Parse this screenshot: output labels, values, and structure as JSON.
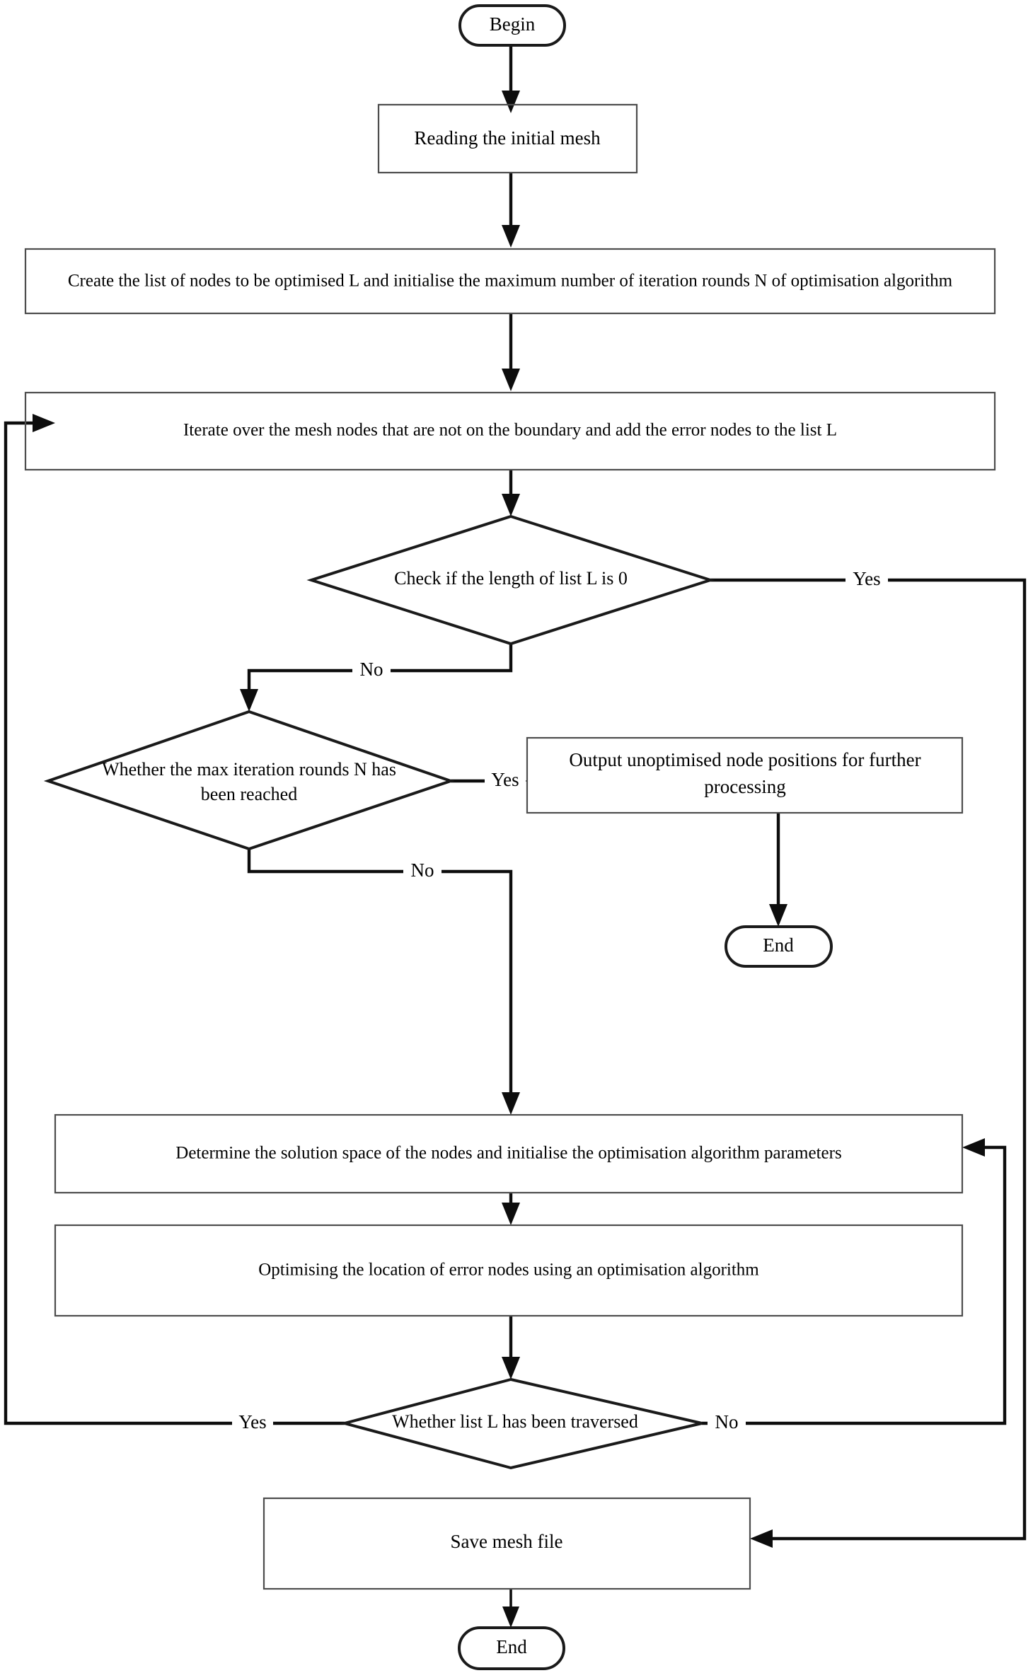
{
  "diagram": {
    "title": "Mesh node optimisation algorithm flowchart",
    "type": "flowchart",
    "background_color": "#ffffff",
    "line_color": "#0d0d0d",
    "text_color": "#000000"
  },
  "nodes": {
    "begin": {
      "label": "Begin",
      "shape": "terminator"
    },
    "read_mesh": {
      "label": "Reading the initial mesh",
      "shape": "process"
    },
    "create_list": {
      "label": "Create the list of nodes to be optimised L and initialise the maximum number of iteration rounds N  of optimisation algorithm",
      "shape": "process"
    },
    "iterate_nodes": {
      "label": "Iterate over the mesh nodes that are not on the boundary and add the error nodes to the list L",
      "shape": "process"
    },
    "check_length": {
      "label": "Check if the length of list L is 0",
      "shape": "decision"
    },
    "check_rounds_line1": {
      "label": "Whether the max iteration rounds N has",
      "shape": "decision"
    },
    "check_rounds_line2": {
      "label": "been reached",
      "shape": "decision"
    },
    "output_unoptimised_line1": {
      "label": "Output unoptimised node positions for further",
      "shape": "process"
    },
    "output_unoptimised_line2": {
      "label": "processing",
      "shape": "process"
    },
    "end_upper": {
      "label": "End",
      "shape": "terminator"
    },
    "determine_space": {
      "label": "Determine the solution space of the nodes and initialise the optimisation algorithm parameters",
      "shape": "process"
    },
    "optimise_location": {
      "label": "Optimising the location of error nodes using an optimisation algorithm",
      "shape": "process"
    },
    "check_traversed": {
      "label": "Whether list L has been traversed",
      "shape": "decision"
    },
    "save_mesh": {
      "label": "Save mesh file",
      "shape": "process"
    },
    "end_lower": {
      "label": "End",
      "shape": "terminator"
    }
  },
  "edge_labels": {
    "length_yes": "Yes",
    "length_no": "No",
    "rounds_yes": "Yes",
    "rounds_no": "No",
    "traversed_yes": "Yes",
    "traversed_no": "No"
  }
}
